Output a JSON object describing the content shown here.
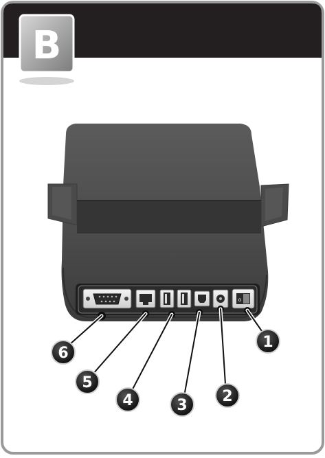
{
  "header": {
    "letter": "B"
  },
  "callouts": [
    {
      "label": "1"
    },
    {
      "label": "2"
    },
    {
      "label": "3"
    },
    {
      "label": "4"
    },
    {
      "label": "5"
    },
    {
      "label": "6"
    }
  ]
}
